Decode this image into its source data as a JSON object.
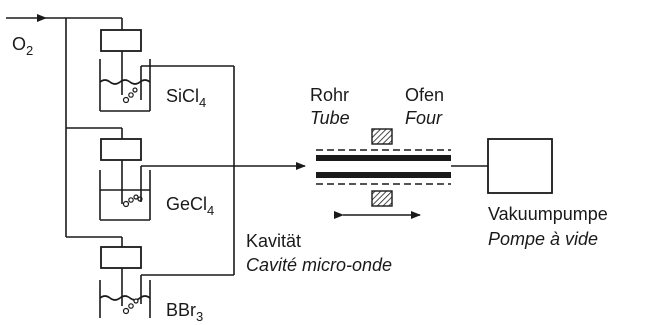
{
  "labels": {
    "oxygen": "O",
    "oxygen_sub": "2",
    "sicl4_main": "SiCl",
    "sicl4_sub": "4",
    "gecl4_main": "GeCl",
    "gecl4_sub": "4",
    "bbr3_main": "BBr",
    "bbr3_sub": "3",
    "rohr": "Rohr",
    "tube": "Tube",
    "ofen": "Ofen",
    "four": "Four",
    "vakuumpumpe": "Vakuumpumpe",
    "pompe": "Pompe à vide",
    "kavitaet": "Kavität",
    "cavite": "Cavité micro-onde"
  }
}
